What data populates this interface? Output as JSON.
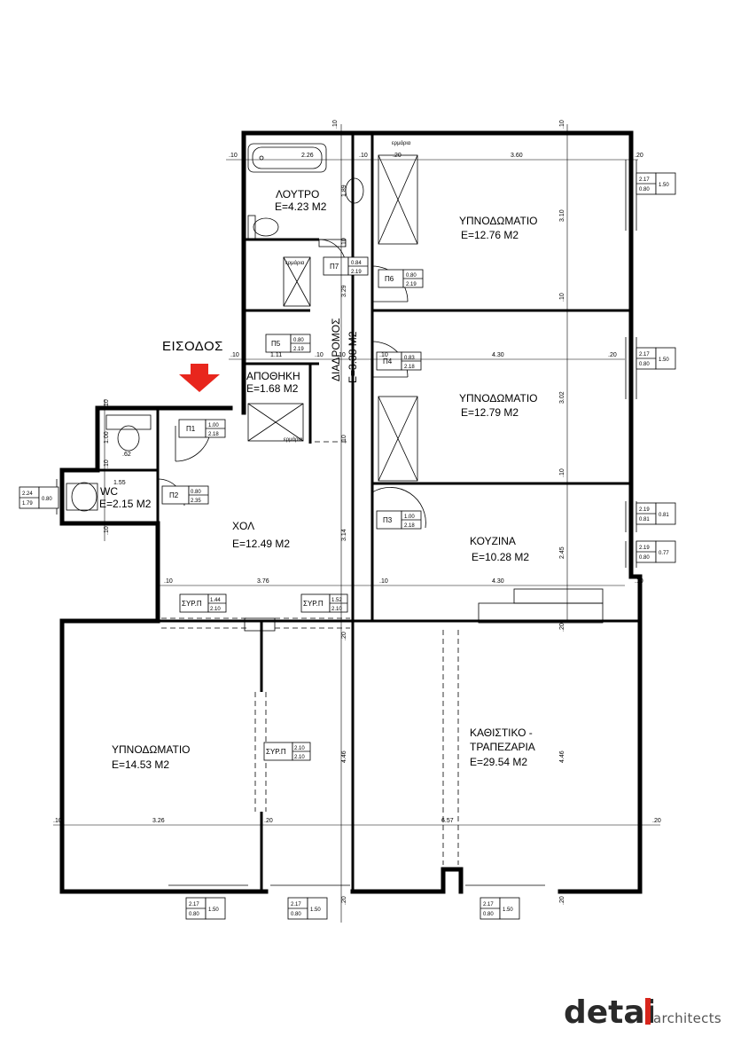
{
  "rooms": {
    "bath": {
      "name": "ΛΟΥΤΡΟ",
      "area": "E=4.23 M2"
    },
    "bed1": {
      "name": "ΥΠΝΟΔΩΜΑΤΙΟ",
      "area": "E=12.76 M2"
    },
    "bed2": {
      "name": "ΥΠΝΟΔΩΜΑΤΙΟ",
      "area": "E=12.79 M2"
    },
    "storage": {
      "name": "ΑΠΟΘΗΚΗ",
      "area": "E=1.68 M2"
    },
    "corridor": {
      "name": "ΔΙΑΔΡΟΜΟΣ",
      "area": "E=3.38 M2"
    },
    "wc": {
      "name": "WC",
      "area": "E=2.15 M2"
    },
    "hall": {
      "name": "ΧΟΛ",
      "area": "E=12.49 M2"
    },
    "kitchen": {
      "name": "ΚΟΥΖΙΝΑ",
      "area": "E=10.28 M2"
    },
    "bed3": {
      "name": "ΥΠΝΟΔΩΜΑΤΙΟ",
      "area": "E=14.53 M2"
    },
    "living": {
      "name1": "ΚΑΘΙΣΤΙΚΟ -",
      "name2": "ΤΡΑΠΕΖΑΡΙΑ",
      "area": "E=29.54 M2"
    }
  },
  "entrance": "ΕΙΣΟΔΟΣ",
  "wardrobe": "ερμάρια",
  "doors": {
    "p1": {
      "name": "Π1",
      "w": "1.00",
      "h": "2.18"
    },
    "p2": {
      "name": "Π2",
      "w": "0.80",
      "h": "2.35"
    },
    "p3": {
      "name": "Π3",
      "w": "1.00",
      "h": "2.18"
    },
    "p4": {
      "name": "Π4",
      "w": "0.83",
      "h": "2.18"
    },
    "p5": {
      "name": "Π5",
      "w": "0.80",
      "h": "2.19"
    },
    "p6": {
      "name": "Π6",
      "w": "0.80",
      "h": "2.19"
    },
    "p7": {
      "name": "Π7",
      "w": "0.84",
      "h": "2.19"
    },
    "s1": {
      "name": "ΣΥΡ.Π",
      "w": "1.44",
      "h": "2.10"
    },
    "s2": {
      "name": "ΣΥΡ.Π",
      "w": "1.52",
      "h": "2.10"
    },
    "s3": {
      "name": "ΣΥΡ.Π",
      "w": "2.10",
      "h": "2.10"
    }
  },
  "windows": {
    "w1": {
      "a": "2.17",
      "b": "0.80",
      "c": "1.50"
    },
    "w2": {
      "a": "2.17",
      "b": "0.80",
      "c": "1.50"
    },
    "w3": {
      "a": "2.19",
      "b": "0.81",
      "c": "0.81"
    },
    "w4": {
      "a": "2.19",
      "b": "0.80",
      "c": "0.77"
    },
    "w5": {
      "a": "2.24",
      "b": "1.79",
      "c": "0.80"
    },
    "w6": {
      "a": "2.17",
      "b": "0.80",
      "c": "1.50"
    },
    "w7": {
      "a": "2.17",
      "b": "0.80",
      "c": "1.50"
    },
    "w8": {
      "a": "2.17",
      "b": "0.80",
      "c": "1.50"
    }
  },
  "dims": {
    "d1": ".10",
    "d2": "2.26",
    "d3": ".10",
    "d4": ".10",
    "d5": ".20",
    "d6": "3.60",
    "d7": ".20",
    "d8": ".10",
    "d9": "3.10",
    "d10": ".10",
    "d11": "4.30",
    "d12": ".20",
    "d13": "3.02",
    "d14": ".10",
    "d15": "2.45",
    "d16": ".10",
    "d17": "4.30",
    "d18": ".10",
    "d19": "3.76",
    "d20": ".10",
    "d21": "1.11",
    "d22": ".10",
    "d23": "3.29",
    "d24": "3.14",
    "d25": "1.89",
    "d26": ".10",
    "d27": ".10",
    "d28": ".10",
    "d29": "1.00",
    "d30": ".10",
    "d31": "1.55",
    "d32": ".10",
    "d33": ".62",
    "d34": ".10",
    "d35": ".10",
    "d36": ".20",
    "d37": ".20",
    "d38": "4.46",
    "d39": "3.26",
    "d40": ".20",
    "d41": "6.57",
    "d42": ".20",
    "d43": "4.46",
    "d44": ".20",
    "d45": ".20",
    "d46": ".10",
    "d47": ".10",
    "d48": ".10",
    "d49": ".10",
    "d50": ".10",
    "d51": ".10",
    "d52": ".10",
    "d53": ".10"
  },
  "logo": {
    "bold": "detai",
    "light": "architects"
  },
  "colors": {
    "arrow": "#e8261d",
    "logo_bar": "#d8261d"
  }
}
